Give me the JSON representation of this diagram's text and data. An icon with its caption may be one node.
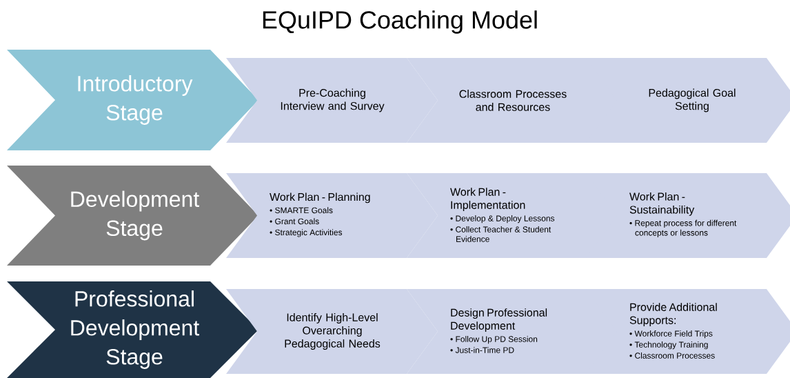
{
  "diagram": {
    "title": "EQuIPD Coaching Model",
    "nodes": [
      {
        "text": [
          "Introductory Stage"
        ]
      },
      {
        "text": [
          "Pre-Coaching Interview and Survey"
        ]
      },
      {
        "text": [
          "Classroom Processes and Resources"
        ]
      },
      {
        "text": [
          "Pedagogical Goal Setting"
        ]
      },
      {
        "text": [
          "Development Stage"
        ]
      },
      {
        "text": [
          "Work Plan - Planning",
          "• SMARTE Goals",
          "• Grant Goals",
          "• Strategic Activities"
        ]
      },
      {
        "text": [
          "Work Plan - Implementation",
          "• Develop & Deploy Lessons",
          "• Collect Teacher & Student Evidence"
        ]
      },
      {
        "text": [
          "Work Plan - Sustainability",
          "• Repeat process for different concepts or lessons"
        ]
      },
      {
        "text": [
          "Professional Development Stage"
        ]
      },
      {
        "text": [
          "Identify High-Level Overarching Pedagogical Needs"
        ]
      },
      {
        "text": [
          "Design Professional Development",
          "• Follow Up PD Session",
          "• Just-in-Time PD"
        ]
      },
      {
        "text": [
          "Provide Additional Supports:",
          "• Workforce Field Trips",
          "• Technology Training",
          "• Classroom Processes"
        ]
      }
    ]
  }
}
